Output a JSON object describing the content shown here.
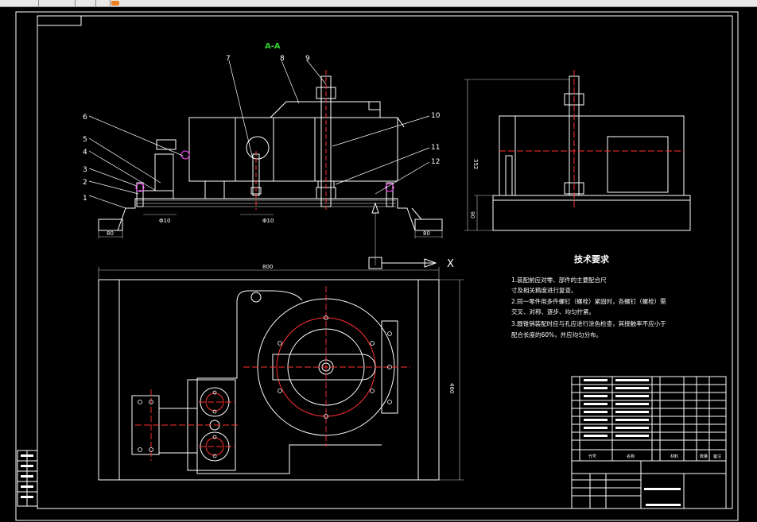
{
  "window": {
    "toolbar_icon": "orange-icon"
  },
  "section_view": {
    "title": "A-A",
    "part_numbers": [
      "1",
      "2",
      "3",
      "4",
      "5",
      "6",
      "7",
      "8",
      "9",
      "10",
      "11",
      "12"
    ],
    "dims": {
      "left_flange": "80",
      "right_flange": "80",
      "bore_left": "Φ10",
      "bore_mid": "Φ10"
    }
  },
  "side_view": {
    "height_dim": "352",
    "base_dim": "90"
  },
  "plan_view": {
    "width_dim": "800",
    "height_dim": "460",
    "axis_x": "X"
  },
  "tech_requirements": {
    "title": "技术要求",
    "lines": [
      "1.装配前应对零、部件的主要配合尺",
      "寸及相关精度进行复查。",
      "2.同一零件用多件螺钉（螺栓）紧固时，各螺钉（螺栓）需",
      "交叉、对称、逐步、均匀拧紧。",
      "3.圆锥销装配时应与孔应进行涂色检查，其接触率不应小于",
      "配合长度的60%，并应均匀分布。"
    ]
  },
  "title_block": {
    "col_code": "代号",
    "col_name": "名称",
    "col_qty": "数量",
    "col_note": "备注",
    "col_mat": "材料"
  },
  "colors": {
    "line": "#ffffff",
    "accent": "#ff3030",
    "magenta": "#ff40ff",
    "green": "#2fd12f",
    "dim": "#c8c8c8"
  }
}
